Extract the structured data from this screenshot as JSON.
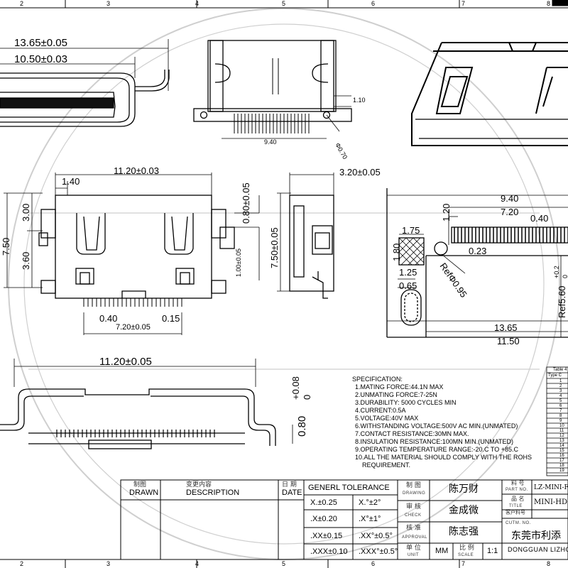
{
  "border": {
    "top_numbers": [
      "2",
      "3",
      "4",
      "5",
      "6",
      "7",
      "8"
    ],
    "bottom_numbers": [
      "2",
      "3",
      "4",
      "5",
      "6",
      "7",
      "8"
    ]
  },
  "dimensions": {
    "top_left_width1": "13.65±0.05",
    "top_left_width2": "10.50±0.03",
    "top_mid_pitch": "9.40",
    "top_mid_height": "1.10",
    "top_mid_hole": "Φ0.70",
    "front_width": "11.20±0.03",
    "front_offset": "1.40",
    "front_h_total": "7.50",
    "front_h_upper": "3.00",
    "front_h_lower": "3.60",
    "front_h_right": "0.80±0.05",
    "front_h_right2": "1.00±0.05",
    "front_pitch": "0.40",
    "front_pin_w": "0.15",
    "front_span": "7.20±0.05",
    "side_width": "3.20±0.05",
    "side_height": "7.50±0.05",
    "pcb_pitch_total": "9.40",
    "pcb_span": "7.20",
    "pcb_pad_w": "0.40",
    "pcb_pad_h": "1.20",
    "pcb_sq_w": "1.75",
    "pcb_sq_h": "1.80",
    "pcb_gap": "0.23",
    "pcb_slot_w": "1.25",
    "pcb_slot_h": "0.65",
    "pcb_ref_hole": "RefΦ0.95",
    "pcb_ref_h": "Ref5.60",
    "pcb_ref_tol_plus": "+0.2",
    "pcb_ref_tol_zero": "0",
    "pcb_len1": "13.65",
    "pcb_len2": "11.50",
    "bottom_width": "11.20±0.05",
    "bottom_height": "0.80",
    "bottom_tol_plus": "+0.08",
    "bottom_tol_zero": "0"
  },
  "specification": {
    "heading": "SPECIFICATION:",
    "lines": [
      "1.MATING FORCE:44.1N MAX",
      "2.UNMATING FORCE:7-25N",
      "3.DURABILITY: 5000 CYCLES MIN",
      "4.CURRENT:0.5A",
      "5.VOLTAGE:40V MAX",
      "6.WITHSTANDING VOLTAGE:500V AC MIN.(UNMATED)",
      "7.CONTACT RESISTANCE:30MN MAX.",
      "8.INSULATION RESISTANCE:100MN MIN.(UNMATED)",
      "9.OPERATING TEMPERATURE RANGE:-20.C TO +85.C",
      "10.ALL THE MATERIAL SHOULD COMPLY WITH THE ROHS",
      "REQUIREMENT."
    ]
  },
  "side_table": {
    "title": "Table 4",
    "header": "Type C",
    "rows": [
      "1",
      "2",
      "3",
      "4",
      "5",
      "6",
      "7",
      "8",
      "9",
      "10",
      "11",
      "12",
      "13",
      "14",
      "15",
      "16",
      "17",
      "18",
      "19"
    ]
  },
  "title_block": {
    "drawn_cn": "制图",
    "drawn_en": "DRAWN",
    "desc_cn": "变更内容",
    "desc_en": "DESCRIPTION",
    "date_cn": "日 期",
    "date_en": "DATE",
    "tolerance_head": "GENERL TOLERANCE",
    "tol_rows": [
      {
        "lin": "X.±0.25",
        "ang": "X.°±2°"
      },
      {
        "lin": ".X±0.20",
        "ang": ".X°±1°"
      },
      {
        "lin": ".XX±0.15",
        "ang": ".XX°±0.5°"
      },
      {
        "lin": ".XXX±0.10",
        "ang": ".XXX°±0.5°"
      }
    ],
    "drawing_cn": "制 图",
    "drawing_en": "DRAWING",
    "drawing_name": "陈万财",
    "check_cn": "审 核",
    "check_en": "CHECK",
    "check_name": "金成微",
    "approval_cn": "核 准",
    "approval_en": "APPROVAL",
    "approval_name": "陈志强",
    "unit_cn": "单 位",
    "unit_en": "UNIT",
    "unit_value": "MM",
    "scale_cn": "比 例",
    "scale_en": "SCALE",
    "scale_value": "1:1",
    "partno_cn": "料 号",
    "partno_en": "PART NO.",
    "partno_value": "LZ-MINI-F",
    "title_cn": "品 名",
    "title_en": "TITLE",
    "title_value": "MINI-HD",
    "cust_cn": "客户料号",
    "cust_en": "CUTM. NO.",
    "company_cn": "东莞市利添",
    "company_en": "DONGGUAN LIZHOU"
  },
  "colors": {
    "line": "#000000",
    "stamp": "#c8c8c8",
    "paper": "#ffffff"
  }
}
